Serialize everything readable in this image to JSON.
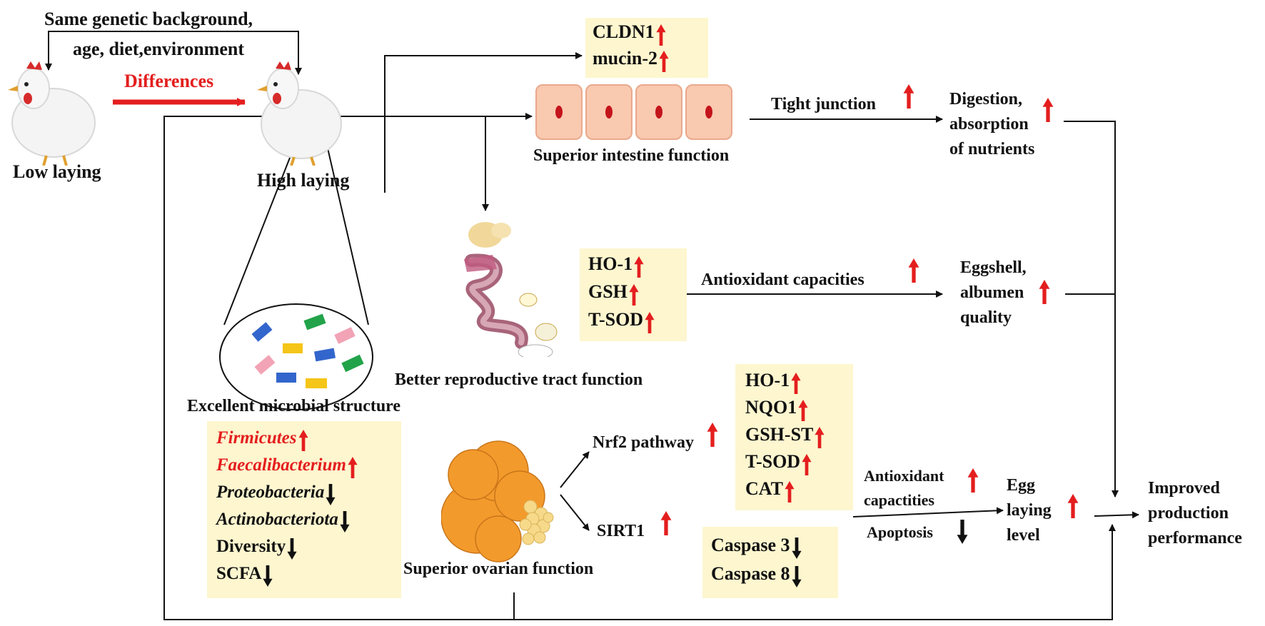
{
  "colors": {
    "up_arrow": "#e41e1e",
    "down_arrow": "#111111",
    "box_fill": "#fdf6cf",
    "cell_fill": "#f9c9b0",
    "nucleus": "#c4141b",
    "ovary": "#f39a2c"
  },
  "icons": [
    "hen-icon",
    "hen-icon",
    "intestine-cell-icon",
    "reproductive-tract-icon",
    "ovary-icon",
    "microbe-icon"
  ],
  "header": {
    "line1": "Same genetic background,",
    "line2": "age, diet,environment",
    "differences": "Differences"
  },
  "hens": {
    "low": "Low laying",
    "high": "High laying"
  },
  "microbial": {
    "caption": "Excellent microbial structure"
  },
  "intestine": {
    "markers": [
      "CLDN1",
      "mucin-2"
    ],
    "caption": "Superior intestine function",
    "tight_junction": "Tight junction"
  },
  "digestion": [
    "Digestion,",
    "absorption",
    "of nutrients"
  ],
  "reproductive": {
    "markers": [
      "HO-1",
      "GSH",
      "T-SOD"
    ],
    "caption": "Better reproductive tract function",
    "antioxidant": "Antioxidant capacities"
  },
  "eggshell": [
    "Eggshell,",
    "albumen",
    "quality"
  ],
  "ovary": {
    "caption": "Superior ovarian function",
    "nrf2": "Nrf2 pathway",
    "sirt1": "SIRT1",
    "nrf2_markers": [
      "HO-1",
      "NQO1",
      "GSH-ST",
      "T-SOD",
      "CAT"
    ],
    "caspases": [
      "Caspase 3",
      "Caspase 8"
    ],
    "antioxidant": [
      "Antioxidant",
      "capactities"
    ],
    "apoptosis": "Apoptosis"
  },
  "bacteria": [
    {
      "label": "Firmicutes",
      "trend": "up"
    },
    {
      "label": "Faecalibacterium",
      "trend": "up"
    },
    {
      "label": "Proteobacteria",
      "trend": "down"
    },
    {
      "label": "Actinobacteriota",
      "trend": "down"
    },
    {
      "label": "Diversity",
      "trend": "down"
    },
    {
      "label": "SCFA",
      "trend": "down"
    }
  ],
  "egg_laying": [
    "Egg",
    "laying",
    "level"
  ],
  "outcome": [
    "Improved",
    "production",
    "performance"
  ]
}
